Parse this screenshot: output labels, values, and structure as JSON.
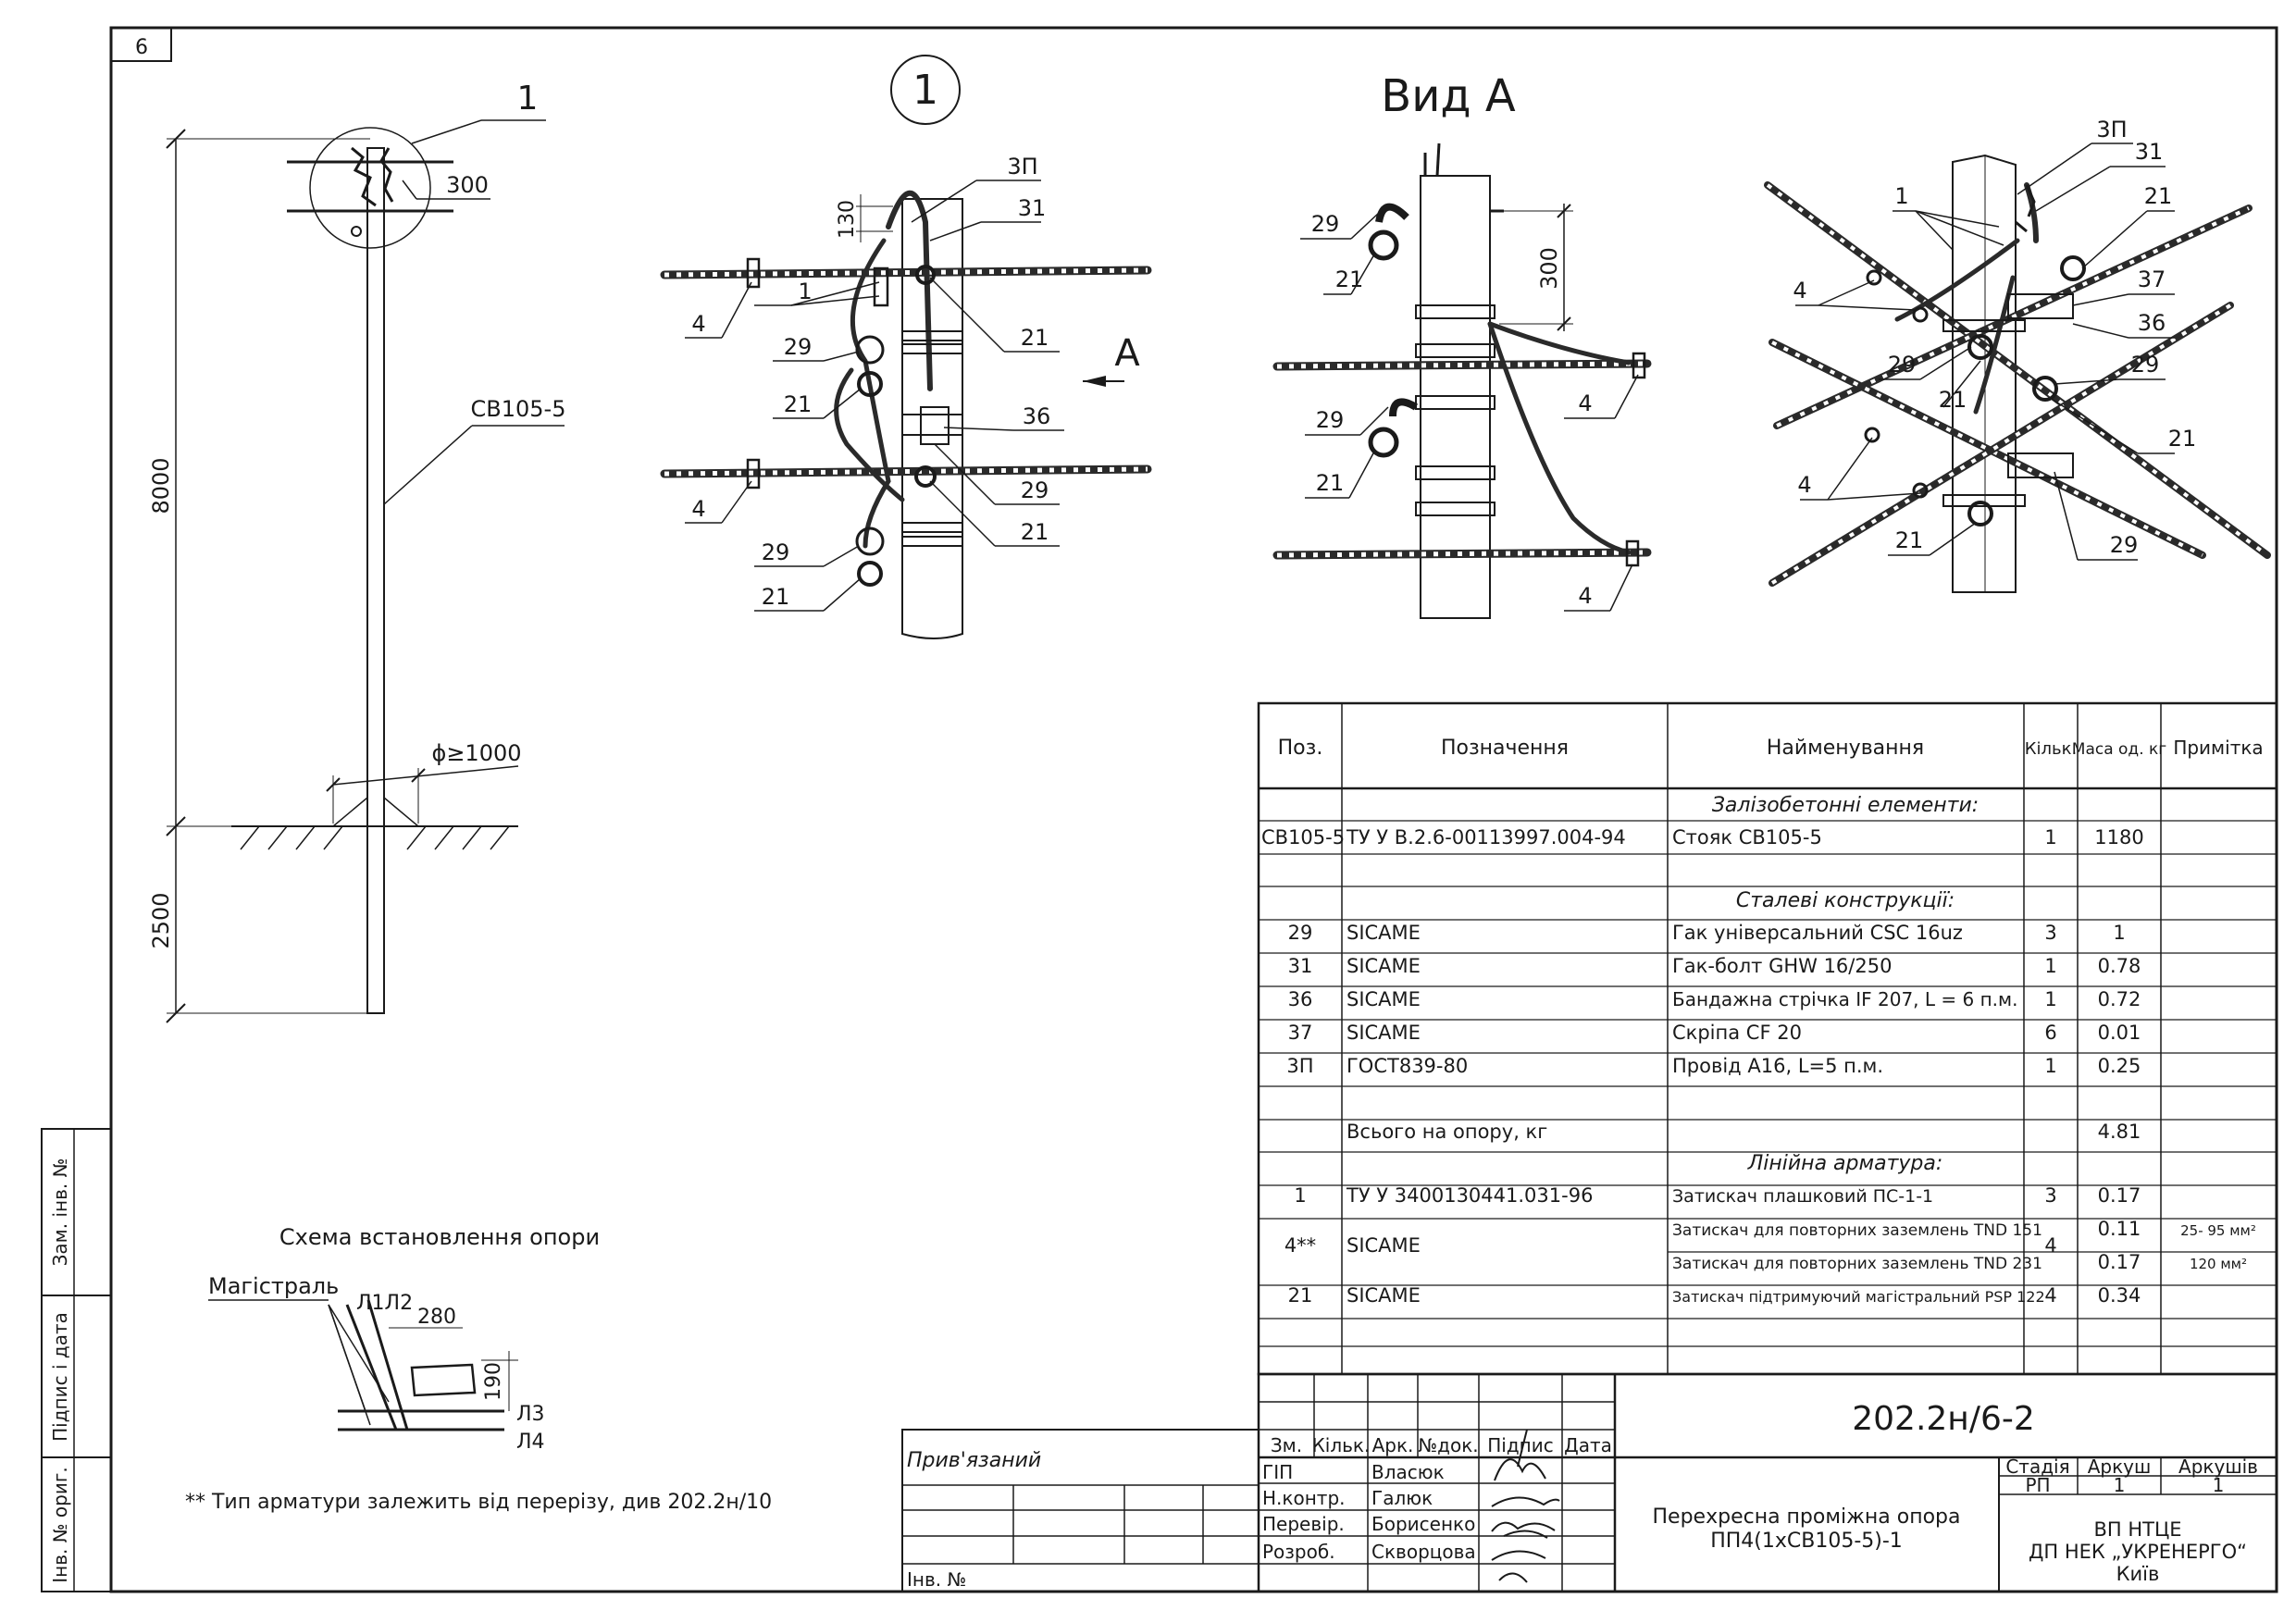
{
  "sheet": {
    "sheet_number": "6",
    "drawing_code": "202.2н/6-2",
    "title_line1": "Перехресна проміжна опора",
    "title_line2": "ПП4(1хСВ105-5)-1",
    "org_line1": "ВП НТЦЕ",
    "org_line2": "ДП НЕК „УКРЕНЕРГО“",
    "org_line3": "Київ",
    "stage_header": "Стадія",
    "sheet_header": "Аркуш",
    "sheets_header": "Аркушів",
    "stage_value": "РП",
    "sheet_value": "1",
    "sheets_value": "1",
    "revision_headers": [
      "Зм.",
      "Кільк.",
      "Арк.",
      "№док.",
      "Підпис",
      "Дата"
    ],
    "signers": [
      {
        "role": "ГІП",
        "name": "Власюк"
      },
      {
        "role": "Н.контр.",
        "name": "Галюк"
      },
      {
        "role": "Перевір.",
        "name": "Борисенко"
      },
      {
        "role": "Розроб.",
        "name": "Скворцова"
      }
    ],
    "bound_label": "Прив'язаний",
    "inv_label": "Інв. №",
    "side_stamp": [
      "Зам. інв. №",
      "Підпис і дата",
      "Інв. № ориг."
    ]
  },
  "pole_view": {
    "callout": "1",
    "dim_crossarm": "300",
    "pole_label": "СВ105-5",
    "height_above": "8000",
    "height_below": "2500",
    "foundation": "ϕ≥1000"
  },
  "detail_1": {
    "circle_label": "1",
    "dim_130": "130",
    "arrow_label": "А",
    "labels": [
      "3П",
      "31",
      "21",
      "36",
      "29",
      "21",
      "1",
      "4",
      "29",
      "21",
      "4",
      "29",
      "21"
    ]
  },
  "view_a": {
    "title": "Вид А",
    "dim_300": "300",
    "labels": [
      "29",
      "21",
      "29",
      "21",
      "4",
      "4"
    ]
  },
  "iso_view": {
    "labels": [
      "3П",
      "31",
      "21",
      "1",
      "4",
      "37",
      "36",
      "29",
      "29",
      "21",
      "21",
      "4",
      "21",
      "29"
    ]
  },
  "scheme": {
    "title": "Схема встановлення опори",
    "trunk": "Магістраль",
    "l1l2": "Л1Л2",
    "dim_280": "280",
    "dim_190": "190",
    "l3": "Л3",
    "l4": "Л4"
  },
  "footnote": "** Тип арматури залежить від перерізу, див 202.2н/10",
  "spec": {
    "headers": [
      "Поз.",
      "Позначення",
      "Найменування",
      "Кільк.",
      "Маса од. кг",
      "Примітка"
    ],
    "sections": {
      "concrete": "Залізобетонні елементи:",
      "steel": "Сталеві конструкції:",
      "fittings": "Лінійна арматура:"
    },
    "rows_concrete": [
      {
        "pos": "СВ105-5",
        "code": "ТУ У В.2.6-00113997.004-94",
        "name": "Стояк СВ105-5",
        "qty": "1",
        "mass": "1180",
        "note": ""
      }
    ],
    "rows_steel": [
      {
        "pos": "29",
        "code": "SICAME",
        "name": "Гак універсальний CSC 16uz",
        "qty": "3",
        "mass": "1",
        "note": ""
      },
      {
        "pos": "31",
        "code": "SICAME",
        "name": "Гак-болт GHW 16/250",
        "qty": "1",
        "mass": "0.78",
        "note": ""
      },
      {
        "pos": "36",
        "code": "SICAME",
        "name": "Бандажна стрічка IF 207, L = 6 п.м.",
        "qty": "1",
        "mass": "0.72",
        "note": ""
      },
      {
        "pos": "37",
        "code": "SICAME",
        "name": "Скріпа CF 20",
        "qty": "6",
        "mass": "0.01",
        "note": ""
      },
      {
        "pos": "3П",
        "code": "ГОСТ839-80",
        "name": "Провід А16, L=5 п.м.",
        "qty": "1",
        "mass": "0.25",
        "note": ""
      }
    ],
    "total_label": "Всього на опору, кг",
    "total_value": "4.81",
    "rows_fittings": [
      {
        "pos": "1",
        "code": "ТУ У 3400130441.031-96",
        "name": "Затискач плашковий ПС-1-1",
        "qty": "3",
        "mass": "0.17",
        "note": ""
      }
    ],
    "row4": {
      "pos": "4**",
      "code": "SICAME",
      "name_a": "Затискач для повторних заземлень TND 151",
      "name_b": "Затискач для повторних заземлень TND 231",
      "qty": "4",
      "mass_a": "0.11",
      "mass_b": "0.17",
      "note_a": "25- 95 мм²",
      "note_b": "120 мм²"
    },
    "row21": {
      "pos": "21",
      "code": "SICAME",
      "name": "Затискач підтримуючий магістральний PSP 122",
      "qty": "4",
      "mass": "0.34",
      "note": ""
    }
  }
}
